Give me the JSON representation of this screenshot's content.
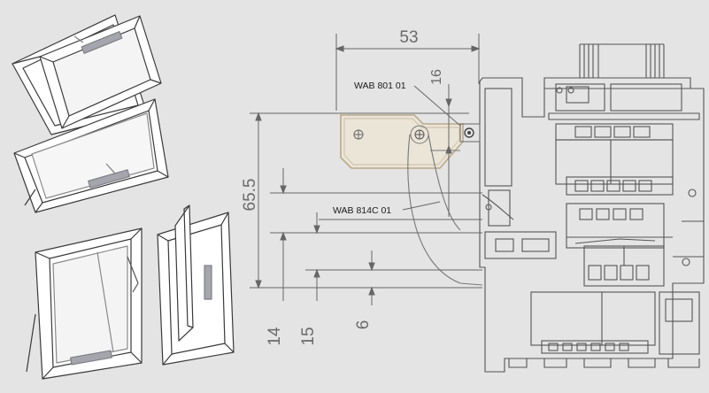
{
  "dimensions": {
    "width_53": "53",
    "height_65_5": "65.5",
    "height_16": "16",
    "height_14": "14",
    "height_15": "15",
    "height_6": "6"
  },
  "parts": {
    "upper": "WAB 801 01",
    "lower": "WAB 814C 01"
  },
  "colors": {
    "background": "#e4e4e4",
    "line": "#5a5a5a",
    "hinge": "#b9a98b",
    "hinge_pad": "#9a9aa0"
  }
}
